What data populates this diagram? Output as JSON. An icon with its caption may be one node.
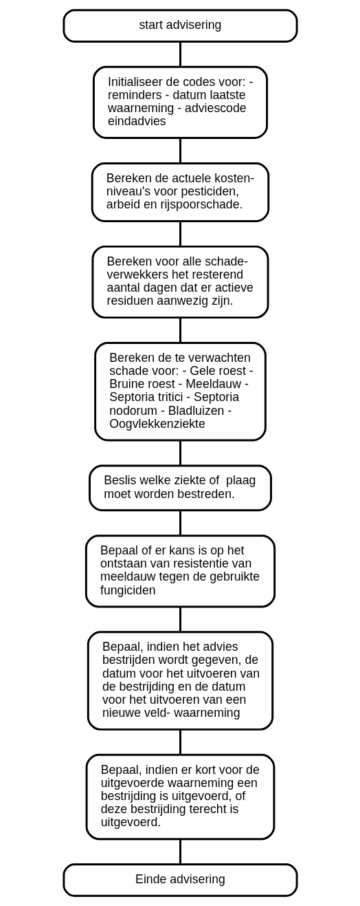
{
  "diagram": {
    "nodes": [
      {
        "text": [
          "start advisering"
        ]
      },
      {
        "text": [
          "Initialiseer de codes voor: - reminders - datum laatste waarneming - adviescode eindadvies"
        ]
      },
      {
        "text": [
          "Bereken de actuele kosten- niveau's voor pesticiden, arbeid en rijspoorschade."
        ]
      },
      {
        "text": [
          "Bereken voor alle schade- verwekkers het resterend aantal dagen dat er actieve residuen aanwezig zijn."
        ]
      },
      {
        "text": [
          "Bereken de te verwachten schade voor: - Gele roest - Bruine roest - Meeldauw - Septoria tritici - Septoria nodorum - Bladluizen - Oogvlekkenziekte"
        ]
      },
      {
        "text": [
          "Beslis welke ziekte of  plaag moet worden bestreden."
        ]
      },
      {
        "text": [
          "Bepaal of er kans is op het ontstaan van resistentie van meeldauw tegen de gebruikte fungiciden"
        ]
      },
      {
        "text": [
          "Bepaal, indien het advies bestrijden wordt gegeven, de datum voor het uitvoeren van de bestrijding en de datum voor het uitvoeren van een nieuwe veld- waarneming"
        ]
      },
      {
        "text": [
          "Bepaal, indien er kort voor de uitgevoerde waarneming een bestrijding is uitgevoerd, of deze bestrijding terecht is uitgevoerd."
        ]
      },
      {
        "text": [
          "Einde advisering"
        ]
      }
    ],
    "edges": [
      {
        "from": 0,
        "to": 1,
        "arrow": "none"
      },
      {
        "from": 1,
        "to": 2,
        "arrow": "none"
      },
      {
        "from": 2,
        "to": 3,
        "arrow": "none"
      },
      {
        "from": 3,
        "to": 4,
        "arrow": "none"
      },
      {
        "from": 4,
        "to": 5,
        "arrow": "none"
      },
      {
        "from": 5,
        "to": 6,
        "arrow": "none"
      },
      {
        "from": 6,
        "to": 7,
        "arrow": "none"
      },
      {
        "from": 7,
        "to": 8,
        "arrow": "none"
      },
      {
        "from": 8,
        "to": 9,
        "arrow": "none"
      }
    ]
  }
}
